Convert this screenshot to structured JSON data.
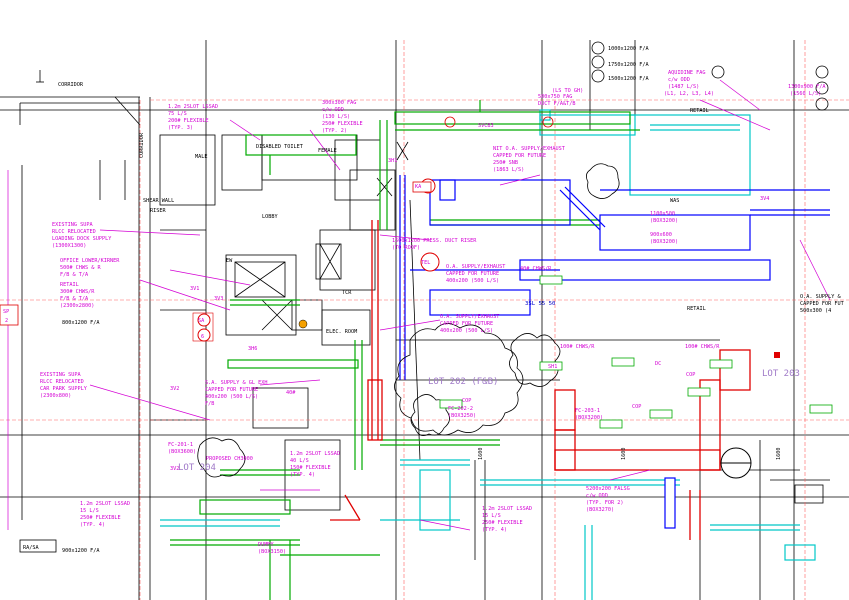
{
  "drawing": {
    "colors": {
      "background": "#ffffff",
      "structure": "#000000",
      "supply_duct": "#0000ff",
      "return_duct": "#00aa00",
      "exhaust_duct": "#00c8c8",
      "annotation": "#d400d4",
      "grid_line": "#ff6060",
      "lot_text": "#a07ac8",
      "duct_red": "#e00000"
    },
    "labels": {
      "corridor": "CORRIDOR",
      "corridor_vertical": "CORRIDOR",
      "fa_top_1": "1000x1200 F/A",
      "fa_top_2": "1750x1200 F/A",
      "fa_top_3": "1500x1200 F/A",
      "aquidine_fag": "AQUIDINE FAG",
      "aquidine_sub_1": "c/w ODD",
      "aquidine_sub_2": "(1487 L/S)",
      "aquidine_sub_3": "(L1, L2, L3, L4)",
      "fa_right": "1300x900 F/A",
      "right_ls": "(1560 L/S)",
      "slot_top_left": "1.2m 2SLOT LSSAD",
      "slot_top_left_2": "75 L/S",
      "slot_top_left_3": "200# FLEXIBLE",
      "slot_top_left_4": "(TYP. 3)",
      "fag_300": "300x300 FAG",
      "fag_300_2": "c/w ODD",
      "fag_300_3": "(130 L/S)",
      "fag_300_4": "250# FLEXIBLE",
      "fag_300_5": "(TYP. 2)",
      "up_to_gh": "(LS TO GH)",
      "fag_duct": "500x750 FAG",
      "fag_duct_2": "DUCT F/A&T/B",
      "disabled_toilet": "DISABLED TOILET",
      "female": "FEMALE",
      "male": "MALE",
      "lobby": "LOBBY",
      "shear_wall": "SHEAR WALL",
      "riser": "RISER",
      "ka": "KA",
      "nit_oa": "NIT O.A. SUPPLY/EXHAUST",
      "capped_future": "CAPPED FOR FUTURE",
      "ls_250": "250# SNB",
      "ls_250_2": "(1863 L/S)",
      "existing_supa": "EXISTING SUPA",
      "existing_supa_2": "RLCC RELOCATED",
      "existing_supa_3": "LOADING DOCK SUPPLY",
      "existing_supa_4": "(1300X1300)",
      "office_lower": "OFFICE LOWER/KIRNER",
      "office_lower_2": "500# CHWS & R",
      "office_lower_3": "F/B & T/A",
      "retail": "RETAIL",
      "retail_2": "300# CHWS/R",
      "retail_3": "F/B & T/A",
      "retail_4": "(2300x2800)",
      "fa_800": "800x1200 F/A",
      "sp": "SP",
      "sp_num": "2",
      "elec_room": "ELEC. ROOM",
      "tcr": "TCR",
      "lift_ew": "EW",
      "pres_duct": "1500x1200 PRESS. DUCT RISER",
      "pres_duct_2": "(TO ROOF)",
      "tel": "TEL",
      "oa_supply_exhaust": "O.A. SUPPLY/EXHAUST",
      "oa_capped": "CAPPED FOR FUTURE",
      "oa_ls": "400x200 (500 L/S)",
      "chwsr_40": "40# CHWS/R",
      "lot_202": "LOT 202 (F&B)",
      "lot_203": "LOT 203",
      "lot_204": "LOT 204",
      "existing_supa_b": "EXISTING SUPA",
      "existing_supa_b2": "RLCC RELOCATED",
      "existing_supa_b3": "CAR PARK SUPPLY",
      "existing_supa_b4": "(2300x800)",
      "sa_supply": "S.A. SUPPLY & GL EXH",
      "sa_supply_2": "CAPPED FOR FUTURE",
      "sa_supply_3": "400x200 (500 L/S)",
      "sa_supply_4": "F/B",
      "oa_supply_r": "O.A. SUPPLY &",
      "oa_supply_r2": "CAPPED FOR FUT",
      "oa_supply_r3": "500x300 (4",
      "fc_201": "FC-201-1",
      "fc_201_b": "(BOX3600)",
      "fc_202": "FC-202-2",
      "fc_202_b": "(BOX3250)",
      "fc_203": "FC-203-1",
      "fc_203_b": "(BOX3200)",
      "proposed_ch": "PROPOSED CH3000",
      "slot_lssad": "1.2m 2SLOT LSSAD",
      "slot_lssad_2": "40 L/S",
      "slot_lssad_3": "150# FLEXIBLE",
      "slot_lssad_4": "(TYP. 4)",
      "slot_bottom": "1.2m 2SLOT LSSAD",
      "slot_bottom_2": "15 L/S",
      "slot_bottom_3": "250# FLEXIBLE",
      "slot_bottom_4": "(TYP. 4)",
      "slot_bl": "1.2m 2SLOT LSSAD",
      "slot_bl_2": "15 L/S",
      "slot_bl_3": "250# FLEXIBLE",
      "slot_bl_4": "(TYP. 4)",
      "fag_5200": "5200x200 FALSG",
      "fag_5200_2": "c/w ODD",
      "fag_5200_3": "(TYP. FOR 2)",
      "fag_5200_4": "(BOX3270)",
      "ra_sa": "RA/SA",
      "fa_900": "900x1200 F/A",
      "dim_1600_a": "1600",
      "dim_1600_b": "1600",
      "dim_1600_c": "1600",
      "cop_1": "COP",
      "cop_2": "COP",
      "cop_3": "COP",
      "retail_r": "RETAIL",
      "svcb3": "SVCB3",
      "ls_b": "3SL 55 50",
      "tag_sa": "SA",
      "tag_sa_n": "6",
      "tag_3v1": "3V1",
      "tag_3v2": "3V2",
      "tag_3v3": "3V3",
      "tag_3v4": "3V4",
      "tag_3h1": "3H1",
      "tag_3h6": "3H6",
      "dummy": "DUMMY",
      "dummy_2": "(BOX3150)",
      "tag_40": "40#",
      "sh1": "SH1",
      "chw_100": "100# CHWS/R",
      "chw_100b": "100# CHWS/R",
      "tag_dc": "DC",
      "retail_up": "RETAIL",
      "was": "WAS",
      "fag_1100": "1100x500",
      "fag_1100_b": "(BOX3200)",
      "fag_900": "900x600",
      "fag_900_b": "(BOX3200)"
    }
  }
}
